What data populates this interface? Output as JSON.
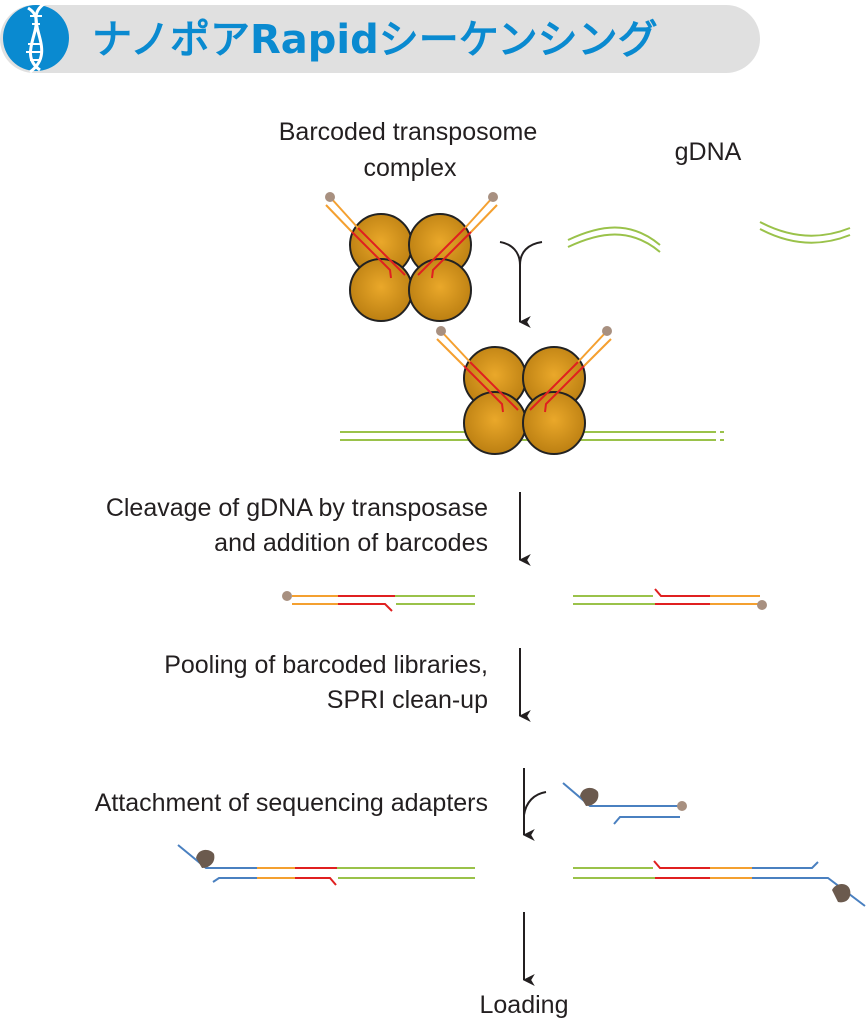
{
  "title": "ナノポアRapidシーケンシング",
  "labels": {
    "transposome_line1": "Barcoded transposome",
    "transposome_line2": "complex",
    "gdna": "gDNA",
    "cleavage_line1": "Cleavage of gDNA by transposase",
    "cleavage_line2": "and addition of barcodes",
    "pooling_line1": "Pooling of barcoded libraries,",
    "pooling_line2": "SPRI clean-up",
    "attachment": "Attachment of sequencing adapters",
    "loading": "Loading"
  },
  "colors": {
    "title_blue": "#0a8ad0",
    "title_bg": "#e0e0e0",
    "transposase": "#d4961e",
    "barcode_orange": "#f4a030",
    "barcode_red": "#e02020",
    "gdna_green": "#9ac24a",
    "adapter_blue": "#4a80c0",
    "motor_protein": "#6b5a4e",
    "bead": "#a89080"
  },
  "icons": {
    "logo": "dna-helix-icon"
  }
}
